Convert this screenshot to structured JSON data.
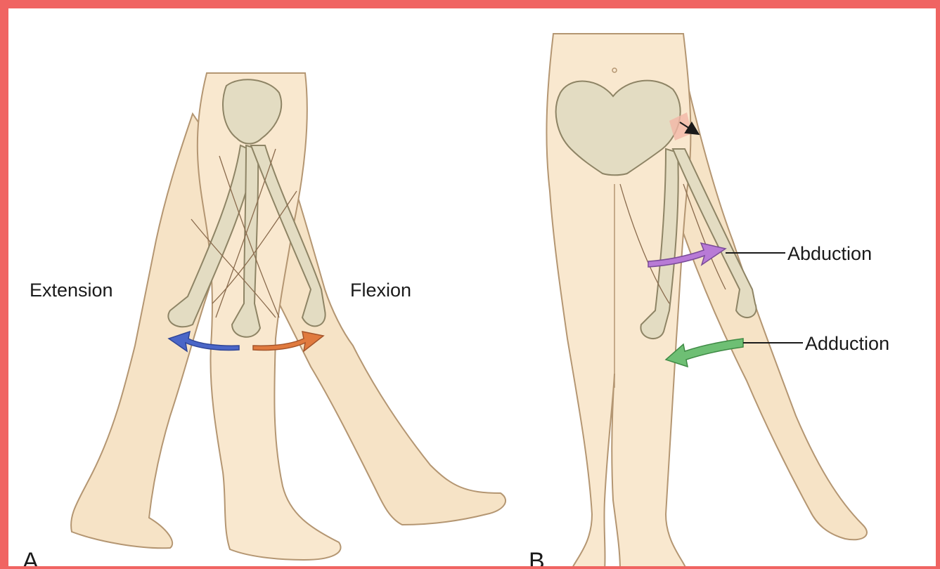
{
  "figure": {
    "panel_a": {
      "letter": "A",
      "label_left": "Extension",
      "label_right": "Flexion"
    },
    "panel_b": {
      "letter": "B",
      "label_upper": "Abduction",
      "label_lower": "Adduction"
    },
    "colors": {
      "frame": "#f06462",
      "skin": "#f6e3c6",
      "skin_stroke": "#b49672",
      "bone": "#e3dcc2",
      "bone_stroke": "#8e8465",
      "extension_arrow": "#4a66c8",
      "flexion_arrow": "#e07a3e",
      "abduction_arrow": "#b87ad6",
      "adduction_arrow": "#6ebf74"
    }
  }
}
